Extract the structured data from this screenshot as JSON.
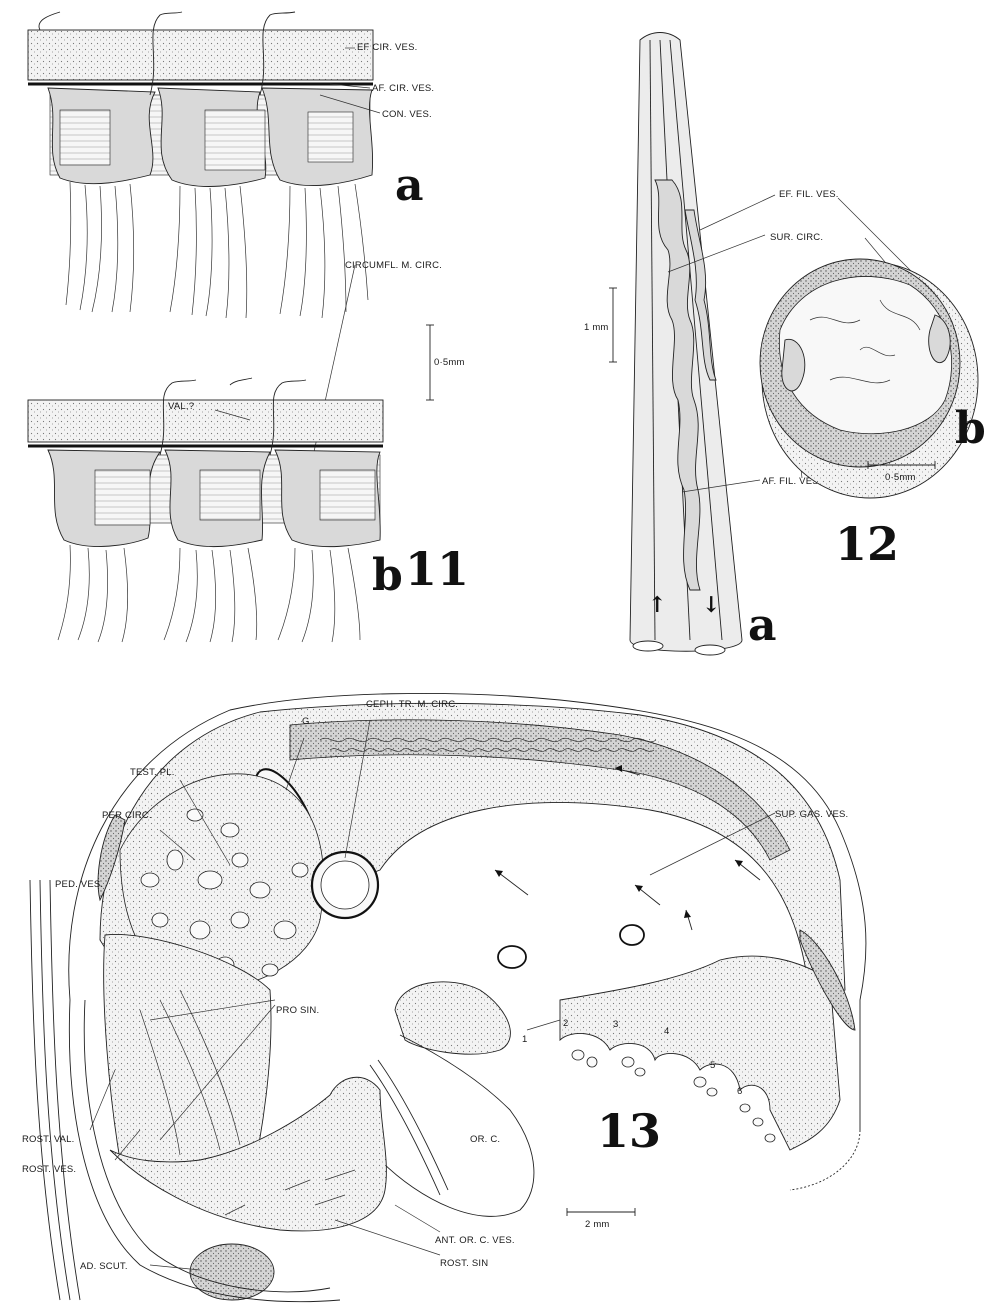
{
  "figure11": {
    "number": "11",
    "panel_a": "a",
    "panel_b": "b",
    "labels": {
      "ef_cir_ves": "EF CIR. VES.",
      "af_cir_ves": "AF. CIR. VES.",
      "con_ves": "CON. VES.",
      "circumfl": "CIRCUMFL. M. CIRC.",
      "val": "VAL.?"
    },
    "scale": "0·5mm"
  },
  "figure12": {
    "number": "12",
    "panel_a": "a",
    "panel_b": "b",
    "labels": {
      "ef_fil_ves": "EF. FIL. VES.",
      "sur_circ": "SUR. CIRC.",
      "af_fil_ves": "AF. FIL. VES."
    },
    "scale_a": "1 mm",
    "scale_b": "0·5mm",
    "arrow_up": "↑",
    "arrow_down": "↓"
  },
  "figure13": {
    "number": "13",
    "labels": {
      "g": "G",
      "ceph": "CEPH. TR. M. CIRC.",
      "test_pl": "TEST. PL.",
      "per_circ": "PER CIRC.",
      "sup_gas": "SUP. GAS. VES.",
      "ped_ves": "PED. VES.",
      "pro_sin": "PRO SIN.",
      "or_c": "OR. C.",
      "rost_val": "ROST. VAL.",
      "rost_ves": "ROST. VES.",
      "ant_or": "ANT. OR. C. VES.",
      "rost_sin": "ROST. SIN",
      "ad_scut": "AD. SCUT."
    },
    "numbers": [
      "1",
      "2",
      "3",
      "4",
      "5",
      "6"
    ],
    "scale": "2 mm"
  }
}
